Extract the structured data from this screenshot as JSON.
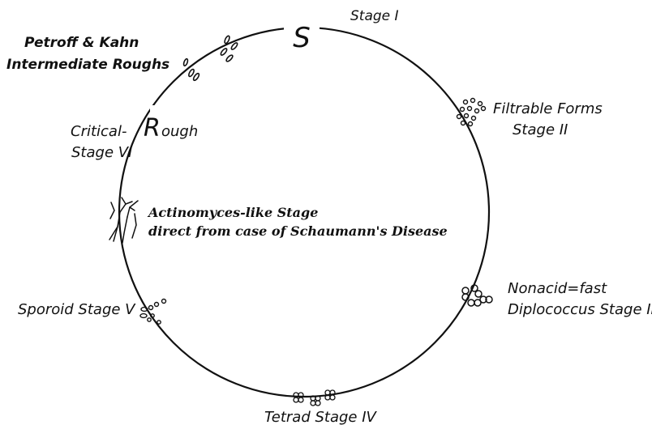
{
  "diagram": {
    "ink_color": "#111111",
    "background": "#ffffff",
    "cycle_symbol": "S",
    "rough_symbol": "R",
    "labels": {
      "stage1": "Stage I",
      "stage2_line1": "Filtrable Forms",
      "stage2_line2": "Stage II",
      "stage3_line1": "Nonacid=fast",
      "stage3_line2": "Diplococcus Stage III",
      "stage4": "Tetrad  Stage IV",
      "stage5": "Sporoid Stage V",
      "stage6_line1_pre": "Critical-",
      "stage6_line2": "Stage VI",
      "actino_line1": "Actinomyces-like Stage",
      "actino_line2": "direct from case of Schaumann's Disease",
      "petroff_line1": "Petroff & Kahn",
      "petroff_line2": "Intermediate Roughs"
    }
  }
}
